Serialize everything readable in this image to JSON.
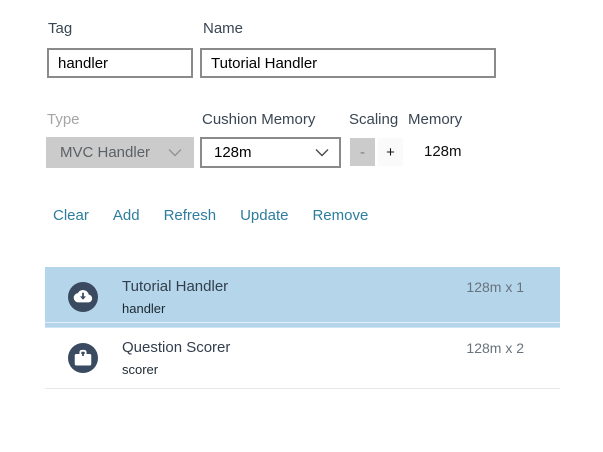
{
  "form": {
    "tag": {
      "label": "Tag",
      "value": "handler"
    },
    "name": {
      "label": "Name",
      "value": "Tutorial Handler"
    },
    "type": {
      "label": "Type",
      "value": "MVC Handler"
    },
    "cushion_memory": {
      "label": "Cushion Memory",
      "value": "128m"
    },
    "scaling": {
      "label": "Scaling",
      "decrease_label": "-",
      "increase_label": "+"
    },
    "memory": {
      "label": "Memory",
      "value": "128m"
    }
  },
  "actions": [
    "Clear",
    "Add",
    "Refresh",
    "Update",
    "Remove"
  ],
  "list": {
    "items": [
      {
        "title": "Tutorial Handler",
        "subtitle": "handler",
        "meta": "128m x 1",
        "icon": "cloud-download-icon",
        "selected": true
      },
      {
        "title": "Question Scorer",
        "subtitle": "scorer",
        "meta": "128m x 2",
        "icon": "briefcase-icon",
        "selected": false
      }
    ]
  },
  "colors": {
    "link": "#2e7d9e",
    "selection_bg": "#b5d6ea",
    "icon_circle": "#3a4a61",
    "label_text": "#3a4653",
    "disabled_bg": "#cbcbcb",
    "input_border": "#8a8a8a"
  }
}
